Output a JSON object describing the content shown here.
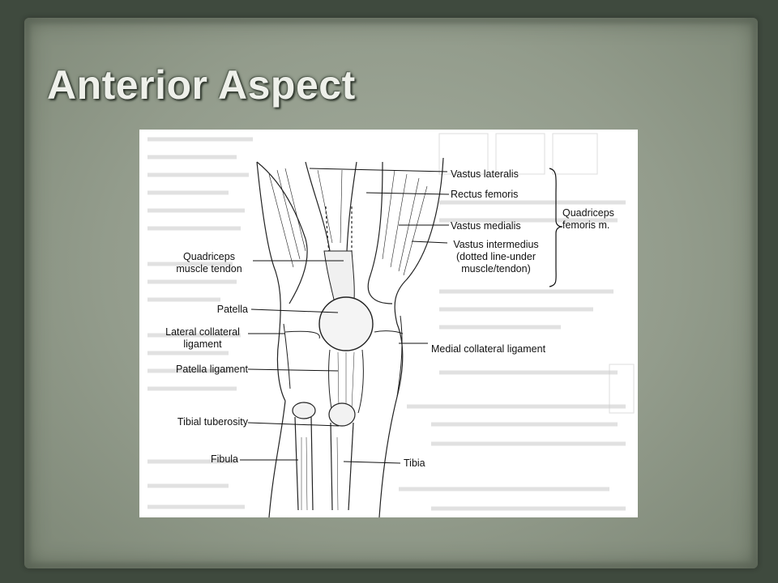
{
  "slide": {
    "title": "Anterior Aspect"
  },
  "diagram": {
    "labels": {
      "vastus_lateralis": "Vastus lateralis",
      "rectus_femoris": "Rectus femoris",
      "vastus_medialis": "Vastus medialis",
      "vastus_intermedius": "Vastus intermedius\n(dotted line-under\nmuscle/tendon)",
      "quadriceps_group": "Quadriceps\nfemoris m.",
      "quadriceps_tendon": "Quadriceps\nmuscle tendon",
      "patella": "Patella",
      "lateral_collateral": "Lateral collateral\nligament",
      "patella_ligament": "Patella ligament",
      "medial_collateral": "Medial collateral ligament",
      "tibial_tuberosity": "Tibial tuberosity",
      "fibula": "Fibula",
      "tibia": "Tibia"
    }
  }
}
